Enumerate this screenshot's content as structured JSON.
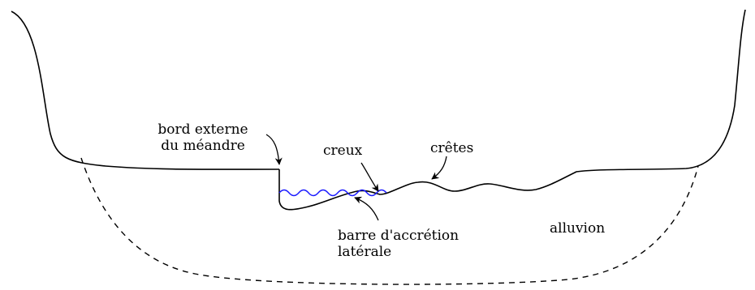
{
  "labels": {
    "outer_bank": [
      "bord externe",
      "du méandre"
    ],
    "trough": "creux",
    "crests": "crêtes",
    "point_bar": [
      "barre d'accrétion",
      "latérale"
    ],
    "alluvium": "alluvion"
  },
  "colors": {
    "stroke": "#000000",
    "water": "#1a1aff",
    "background": "#ffffff"
  }
}
